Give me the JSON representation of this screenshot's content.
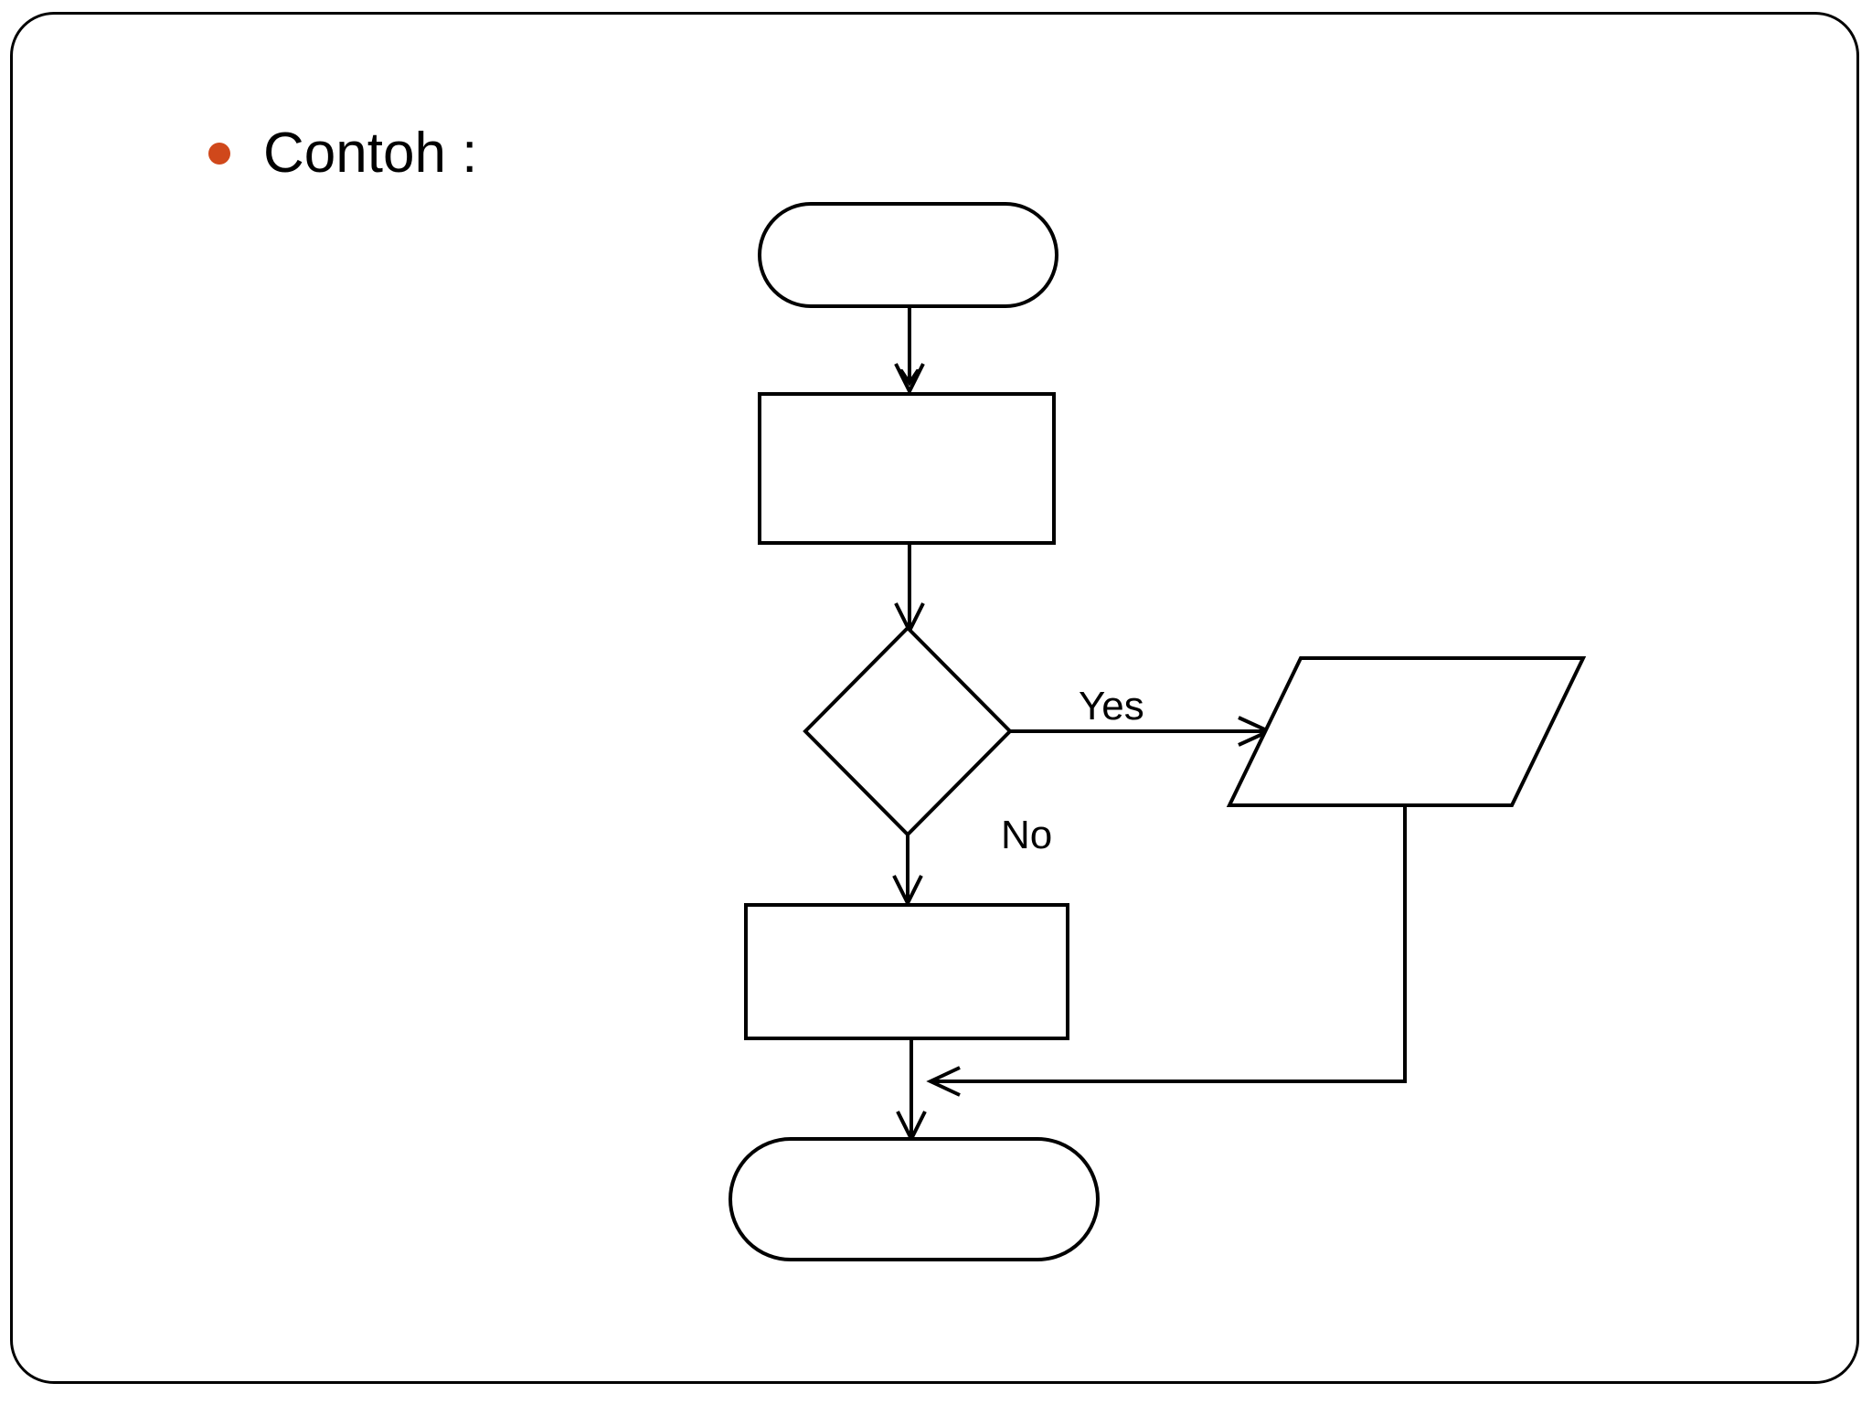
{
  "slide": {
    "background_color": "#FFFFFF",
    "border_color": "#000000",
    "bullet_color": "#D0481B",
    "bullet_icon": "bullet-dot-icon",
    "heading": "Contoh :"
  },
  "flowchart": {
    "title": "",
    "nodes": [
      {
        "id": "start",
        "shape": "terminator",
        "label": ""
      },
      {
        "id": "process1",
        "shape": "process",
        "label": ""
      },
      {
        "id": "decision",
        "shape": "decision",
        "label": ""
      },
      {
        "id": "io",
        "shape": "input-output",
        "label": ""
      },
      {
        "id": "process2",
        "shape": "process",
        "label": ""
      },
      {
        "id": "end",
        "shape": "terminator",
        "label": ""
      }
    ],
    "edges": [
      {
        "from": "start",
        "to": "process1",
        "label": ""
      },
      {
        "from": "process1",
        "to": "decision",
        "label": ""
      },
      {
        "from": "decision",
        "to": "io",
        "label": "Yes"
      },
      {
        "from": "decision",
        "to": "process2",
        "label": "No"
      },
      {
        "from": "process2",
        "to": "end",
        "label": ""
      },
      {
        "from": "io",
        "to": "end",
        "label": ""
      }
    ],
    "labels": {
      "yes": "Yes",
      "no": "No"
    }
  }
}
